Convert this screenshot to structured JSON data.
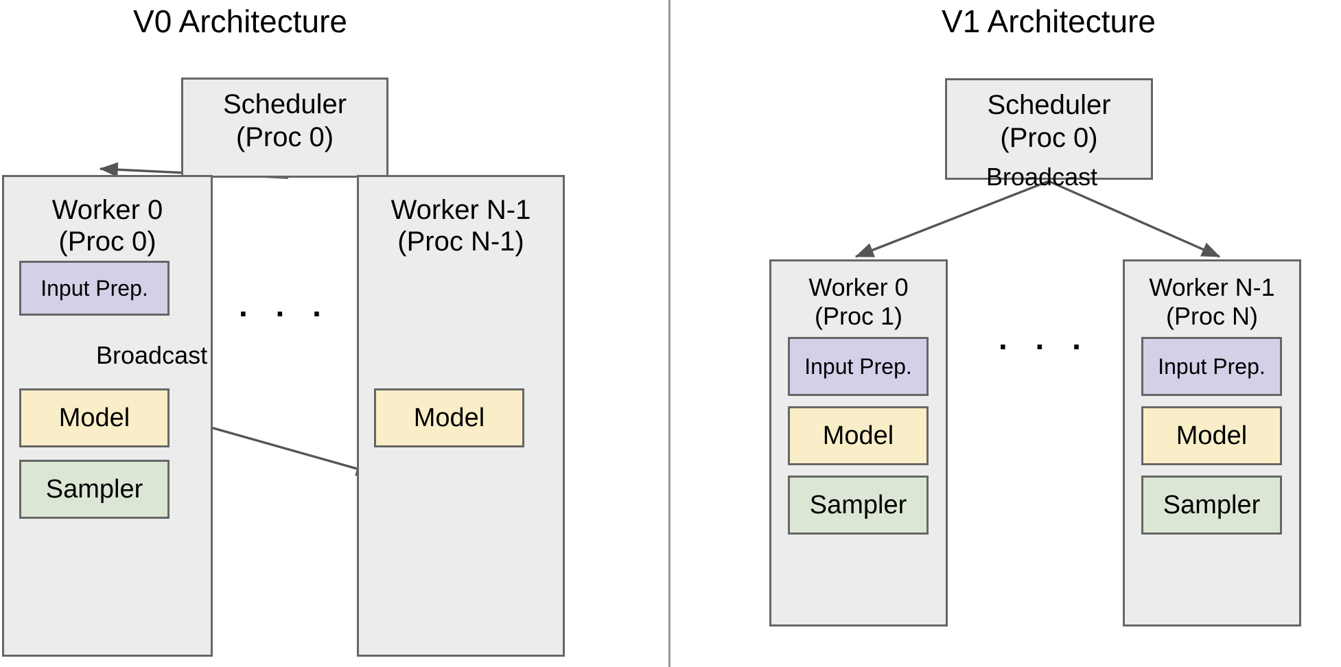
{
  "figure": {
    "type": "architecture-comparison-diagram",
    "panels": [
      {
        "id": "v0",
        "title": "V0 Architecture",
        "scheduler": {
          "line1": "Scheduler",
          "line2": "(Proc 0)"
        },
        "broadcast_label": "Broadcast",
        "ellipsis": ". . .",
        "workers": [
          {
            "id": "worker-0",
            "line1": "Worker 0",
            "line2": "(Proc 0)",
            "components": [
              {
                "name": "input-prep",
                "label": "Input Prep.",
                "color": "#d5cfe8"
              },
              {
                "name": "model",
                "label": "Model",
                "color": "#faeec8"
              },
              {
                "name": "sampler",
                "label": "Sampler",
                "color": "#dbe7d4"
              }
            ]
          },
          {
            "id": "worker-n-1",
            "line1": "Worker N-1",
            "line2": "(Proc N-1)",
            "components": [
              {
                "name": "model",
                "label": "Model",
                "color": "#faeec8"
              }
            ]
          }
        ]
      },
      {
        "id": "v1",
        "title": "V1 Architecture",
        "scheduler": {
          "line1": "Scheduler",
          "line2": "(Proc 0)"
        },
        "broadcast_label": "Broadcast",
        "ellipsis": ". . .",
        "workers": [
          {
            "id": "worker-0",
            "line1": "Worker 0",
            "line2": "(Proc 1)",
            "components": [
              {
                "name": "input-prep",
                "label": "Input Prep.",
                "color": "#d5cfe8"
              },
              {
                "name": "model",
                "label": "Model",
                "color": "#faeec8"
              },
              {
                "name": "sampler",
                "label": "Sampler",
                "color": "#dbe7d4"
              }
            ]
          },
          {
            "id": "worker-n-1",
            "line1": "Worker N-1",
            "line2": "(Proc N)",
            "components": [
              {
                "name": "input-prep",
                "label": "Input Prep.",
                "color": "#d5cfe8"
              },
              {
                "name": "model",
                "label": "Model",
                "color": "#faeec8"
              },
              {
                "name": "sampler",
                "label": "Sampler",
                "color": "#dbe7d4"
              }
            ]
          }
        ]
      }
    ],
    "colors": {
      "box_fill": "#ececec",
      "box_border": "#666666",
      "input_prep": "#d5cfe8",
      "model": "#faeec8",
      "sampler": "#dbe7d4",
      "arrow": "#555555",
      "divider": "#9a9a9a",
      "background": "#ffffff",
      "text": "#000000"
    }
  }
}
